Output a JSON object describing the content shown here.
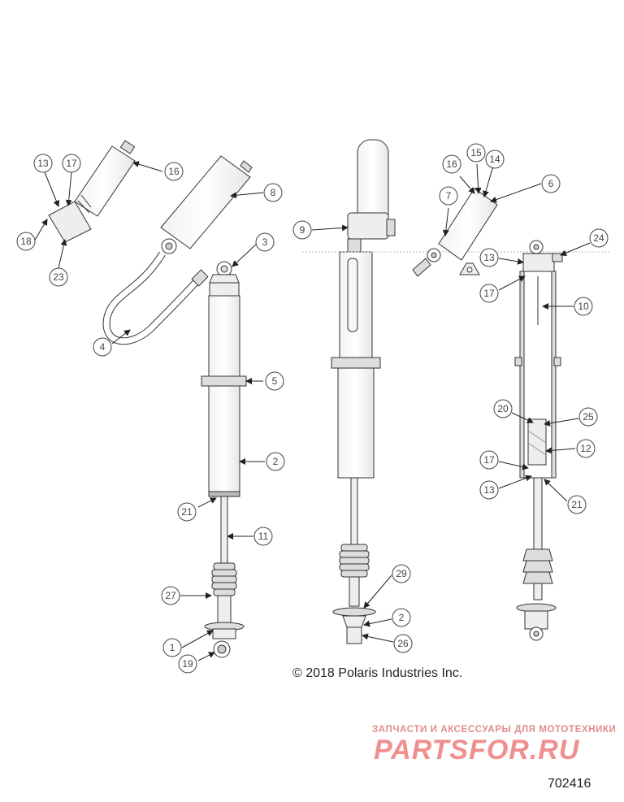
{
  "callouts": [
    {
      "id": "c16a",
      "label": "16"
    },
    {
      "id": "c13a",
      "label": "13"
    },
    {
      "id": "c17a",
      "label": "17"
    },
    {
      "id": "c18",
      "label": "18"
    },
    {
      "id": "c23",
      "label": "23"
    },
    {
      "id": "c8",
      "label": "8"
    },
    {
      "id": "c3",
      "label": "3"
    },
    {
      "id": "c4",
      "label": "4"
    },
    {
      "id": "c5",
      "label": "5"
    },
    {
      "id": "c2a",
      "label": "2"
    },
    {
      "id": "c21a",
      "label": "21"
    },
    {
      "id": "c11",
      "label": "11"
    },
    {
      "id": "c27",
      "label": "27"
    },
    {
      "id": "c1",
      "label": "1"
    },
    {
      "id": "c19",
      "label": "19"
    },
    {
      "id": "c9",
      "label": "9"
    },
    {
      "id": "c29",
      "label": "29"
    },
    {
      "id": "c2b",
      "label": "2"
    },
    {
      "id": "c26",
      "label": "26"
    },
    {
      "id": "c16b",
      "label": "16"
    },
    {
      "id": "c15",
      "label": "15"
    },
    {
      "id": "c14",
      "label": "14"
    },
    {
      "id": "c6",
      "label": "6"
    },
    {
      "id": "c7",
      "label": "7"
    },
    {
      "id": "c24",
      "label": "24"
    },
    {
      "id": "c13b",
      "label": "13"
    },
    {
      "id": "c17b",
      "label": "17"
    },
    {
      "id": "c10",
      "label": "10"
    },
    {
      "id": "c20",
      "label": "20"
    },
    {
      "id": "c25",
      "label": "25"
    },
    {
      "id": "c12",
      "label": "12"
    },
    {
      "id": "c17c",
      "label": "17"
    },
    {
      "id": "c13c",
      "label": "13"
    },
    {
      "id": "c21b",
      "label": "21"
    }
  ],
  "copyright": "© 2018 Polaris Industries Inc.",
  "watermark": {
    "tagline": "ЗАПЧАСТИ И АКСЕССУАРЫ ДЛЯ МОТОТЕХНИКИ",
    "logo": "PARTSFOR.RU",
    "color": "#ef8f8f"
  },
  "figure_id": "702416"
}
